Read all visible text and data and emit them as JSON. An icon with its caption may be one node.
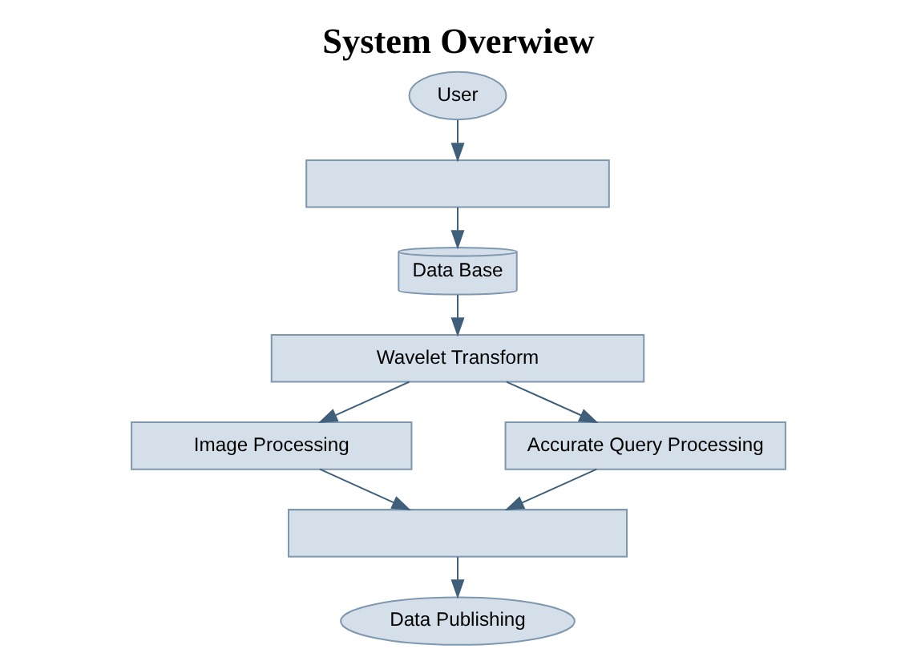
{
  "diagram": {
    "title": "System Overwiew",
    "nodes": [
      {
        "text": [
          "User"
        ]
      },
      {
        "text": [],
        "shape": "box"
      },
      {
        "text": [
          "Data Base"
        ]
      },
      {
        "text": [
          "Wavelet Transform"
        ]
      },
      {
        "text": [
          "Image Processing"
        ]
      },
      {
        "text": [
          "Accurate Query Processing"
        ]
      },
      {
        "text": [],
        "shape": "box"
      },
      {
        "text": [
          "Data Publishing"
        ]
      }
    ],
    "edges": [
      {
        "from": 0,
        "to": 1,
        "arrow": "to"
      },
      {
        "from": 1,
        "to": 2,
        "arrow": "to"
      },
      {
        "from": 2,
        "to": 3,
        "arrow": "to"
      },
      {
        "from": 3,
        "to": 4,
        "arrow": "to"
      },
      {
        "from": 3,
        "to": 5,
        "arrow": "to"
      },
      {
        "from": 4,
        "to": 6,
        "arrow": "to"
      },
      {
        "from": 5,
        "to": 6,
        "arrow": "to"
      },
      {
        "from": 6,
        "to": 7,
        "arrow": "to"
      }
    ]
  }
}
